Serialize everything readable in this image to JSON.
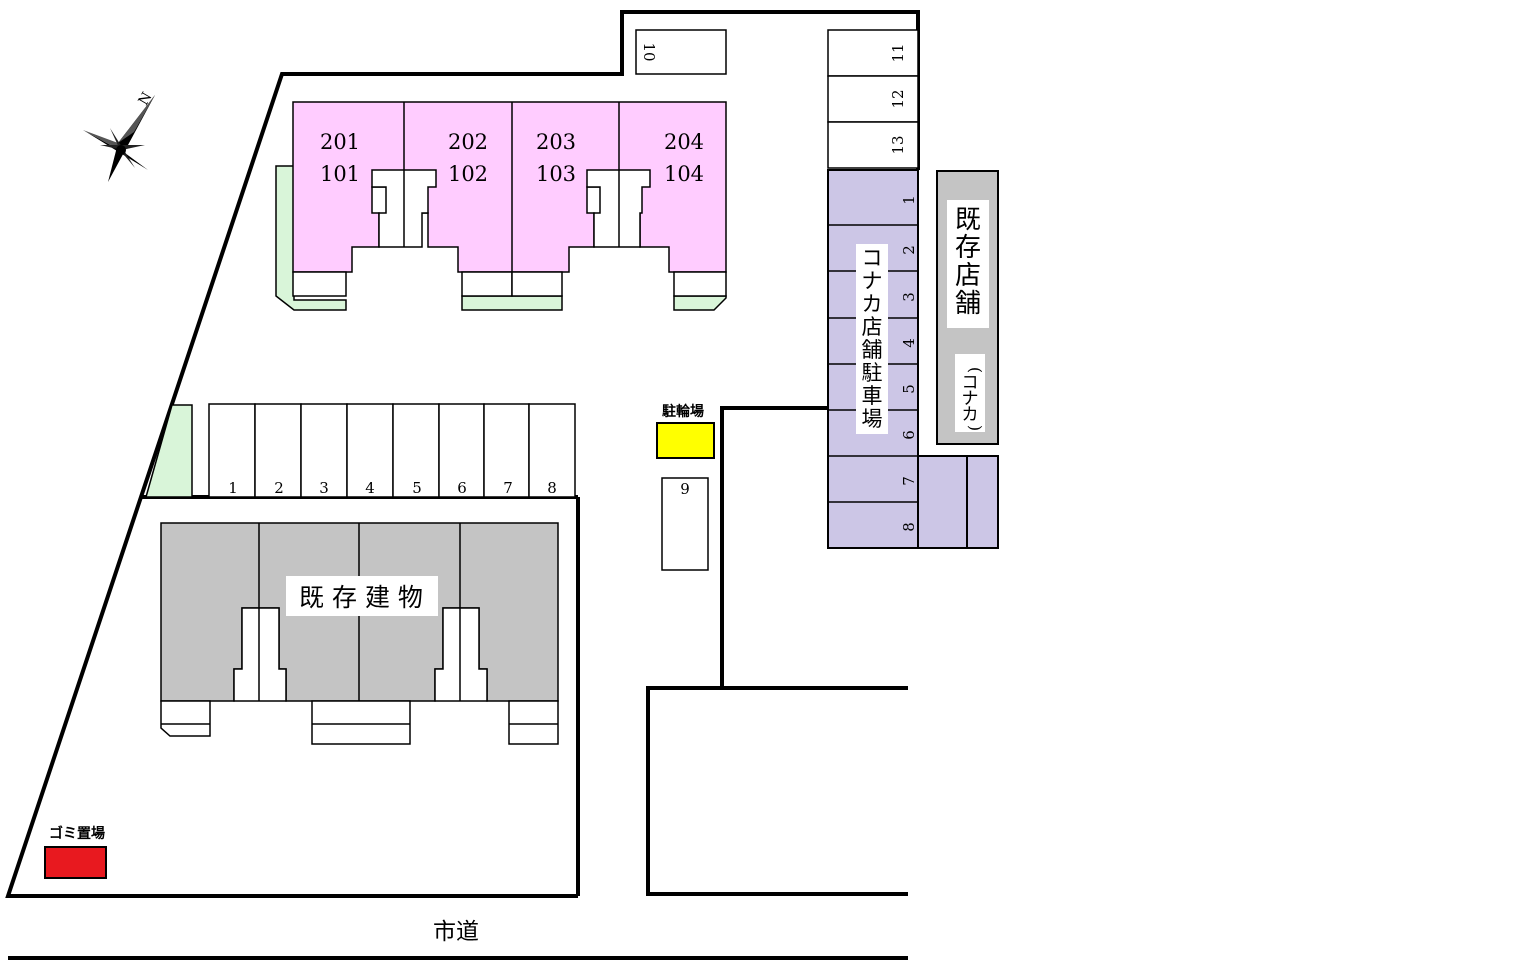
{
  "units": {
    "upper_rooms": [
      "201",
      "202",
      "203",
      "204"
    ],
    "lower_rooms": [
      "101",
      "102",
      "103",
      "104"
    ]
  },
  "parking_bottom": [
    "1",
    "2",
    "3",
    "4",
    "5",
    "6",
    "7",
    "8"
  ],
  "parking_slot_9": "9",
  "parking_slot_10": "10",
  "parking_top_right": [
    "11",
    "12",
    "13"
  ],
  "konaka_parking_slots": [
    "1",
    "2",
    "3",
    "4",
    "5",
    "6",
    "7",
    "8"
  ],
  "konaka_parking_label": [
    "コ",
    "ナ",
    "カ",
    "店",
    "舗",
    "駐",
    "車",
    "場"
  ],
  "existing_store_label": [
    "既",
    "存",
    "店",
    "舗"
  ],
  "konaka_tag": [
    "(",
    "コ",
    "ナ",
    "カ",
    ")"
  ],
  "existing_building_label": "既 存 建 物",
  "bicycle_parking": "駐輪場",
  "garbage": "ゴミ置場",
  "city_road": "市道",
  "north_mark": "N",
  "colors": {
    "apartment": "#ffccff",
    "green_strip": "#d9f5d9",
    "konaka_parking": "#ccc6e6",
    "existing": "#c4c4c4",
    "bicycle": "#ffff00",
    "garbage": "#e8191f"
  }
}
